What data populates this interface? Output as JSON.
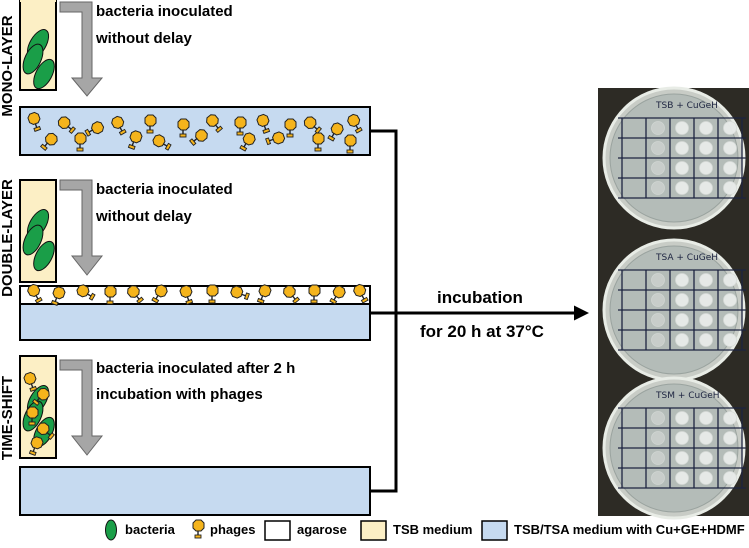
{
  "rows": [
    {
      "name": "mono",
      "label": "MONO-LAYER",
      "text_line1": "bacteria inoculated",
      "text_line2": "without delay"
    },
    {
      "name": "double",
      "label": "DOUBLE-LAYER",
      "text_line1": "bacteria inoculated",
      "text_line2": "without delay"
    },
    {
      "name": "time",
      "label": "TIME-SHIFT",
      "text_line1": "bacteria inoculated  after 2 h",
      "text_line2": "incubation with phages"
    }
  ],
  "incubation": {
    "label": "incubation",
    "detail": "for 20 h  at 37°C"
  },
  "plates": [
    {
      "label": "TSB + CuGeH"
    },
    {
      "label": "TSA + CuGeH"
    },
    {
      "label": "TSM + CuGeH"
    }
  ],
  "legend": {
    "bacteria": "bacteria",
    "phages": "phages",
    "agarose": "agarose",
    "tsb": "TSB medium",
    "tsb_tsa": "TSB/TSA medium with Cu+GE+HDMF"
  },
  "colors": {
    "bacteria": "#1a9e48",
    "phage": "#f5b41c",
    "tsb": "#fcefc5",
    "medium": "#c6daf0",
    "arrow": "#a6a6a6",
    "photo_bg": "#2d2b25"
  }
}
